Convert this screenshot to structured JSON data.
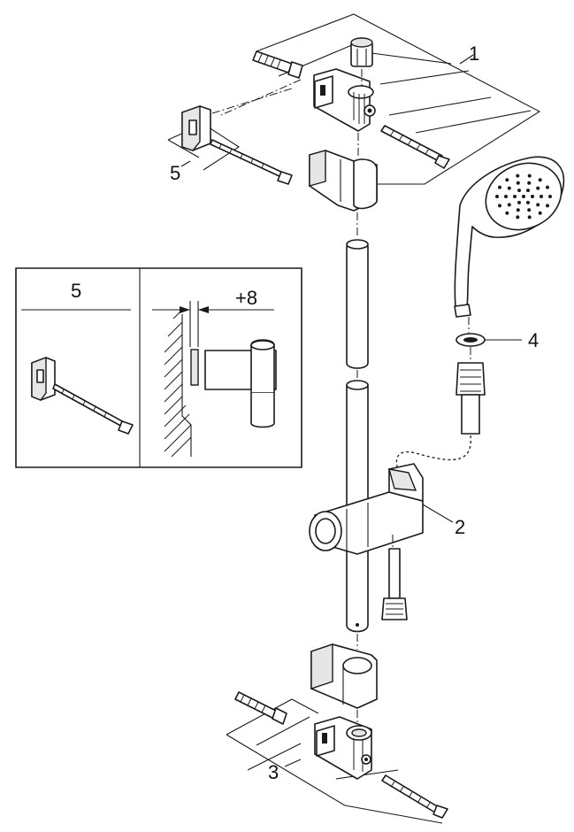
{
  "callouts": {
    "part_1": "1",
    "part_2": "2",
    "part_3": "3",
    "part_4": "4",
    "part_5": "5"
  },
  "inset": {
    "left_label": "5",
    "right_label": "+8"
  }
}
